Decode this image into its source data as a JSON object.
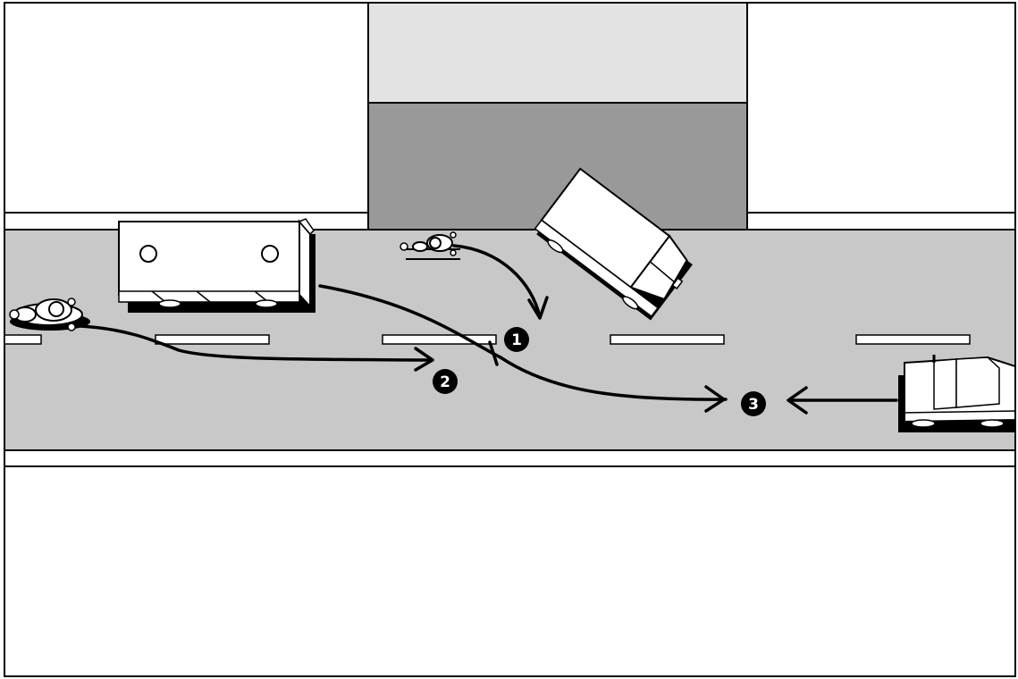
{
  "scene": {
    "colors": {
      "road": "#c8c8c8",
      "building_top": "#e3e3e3",
      "building_bottom": "#999999",
      "outline": "#000000",
      "vehicle": "#ffffff",
      "label_bg": "#000000"
    },
    "vehicles": [
      {
        "kind": "bus",
        "icon": "bus-icon"
      },
      {
        "kind": "truck",
        "icon": "truck-icon"
      },
      {
        "kind": "car",
        "icon": "car-icon"
      },
      {
        "kind": "motorcycle",
        "icon": "motorcycle-icon"
      },
      {
        "kind": "bicycle",
        "icon": "bicycle-icon"
      }
    ],
    "markers": [
      {
        "number": "1"
      },
      {
        "number": "2"
      },
      {
        "number": "3"
      }
    ]
  }
}
